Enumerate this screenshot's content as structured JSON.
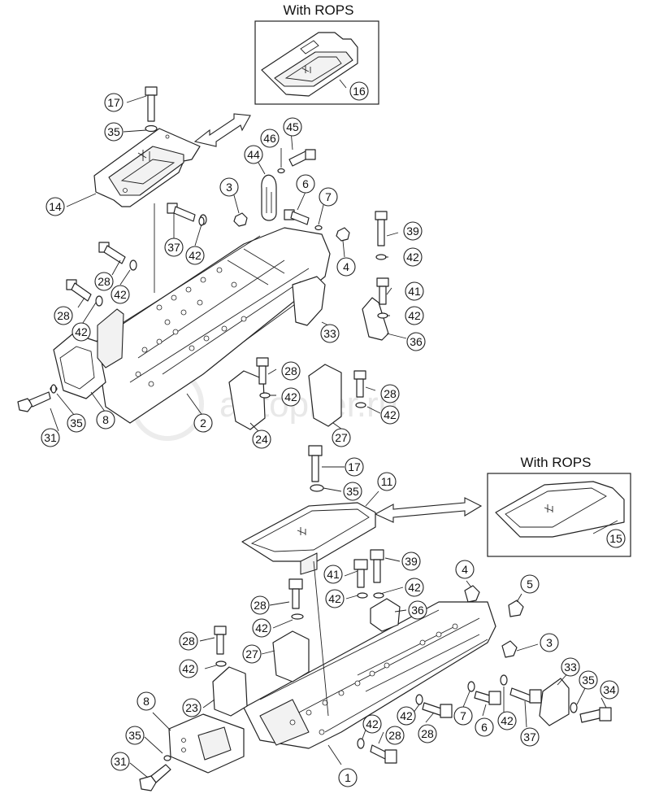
{
  "variant_labels": [
    "With ROPS",
    "With ROPS"
  ],
  "watermark": "autopiter.ru",
  "callouts_upper": [
    "17",
    "35",
    "14",
    "46",
    "45",
    "44",
    "3",
    "6",
    "7",
    "4",
    "37",
    "42",
    "28",
    "42",
    "28",
    "42",
    "39",
    "42",
    "41",
    "42",
    "36",
    "33",
    "31",
    "35",
    "8",
    "2",
    "28",
    "42",
    "24",
    "28",
    "42",
    "27",
    "16"
  ],
  "callouts_lower": [
    "17",
    "35",
    "11",
    "15",
    "39",
    "41",
    "42",
    "42",
    "36",
    "4",
    "5",
    "28",
    "42",
    "3",
    "28",
    "27",
    "42",
    "23",
    "8",
    "35",
    "31",
    "1",
    "42",
    "28",
    "42",
    "28",
    "7",
    "6",
    "42",
    "37",
    "33",
    "35",
    "34"
  ]
}
